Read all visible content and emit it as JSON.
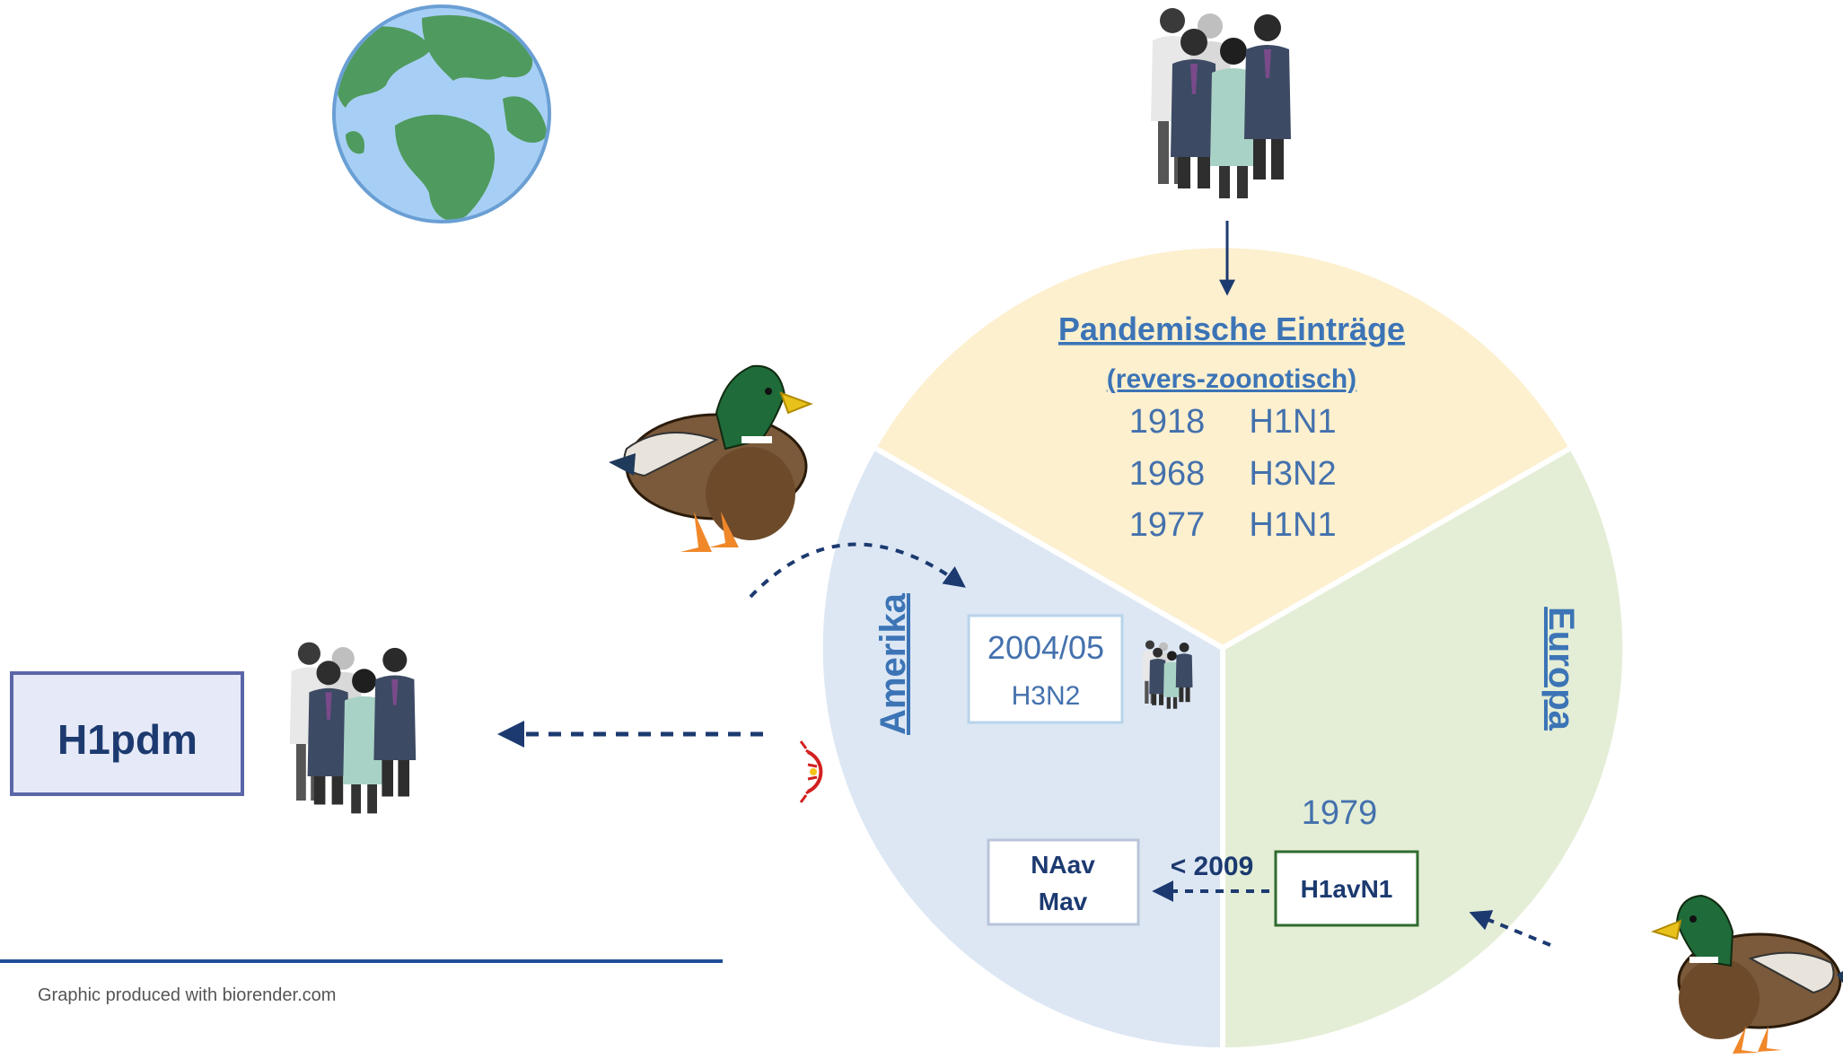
{
  "colors": {
    "sector_pandemic": "#fdf0cf",
    "sector_amerika": "#dde7f4",
    "sector_europa": "#e4eed6",
    "heading_blue": "#3c74b6",
    "year_blue": "#4471ad",
    "dark_navy": "#1c3a70",
    "box_border_blue": "#5a66a8",
    "box_border_green": "#2f6b2f",
    "box_fill_h1pdm": "#e6e9f7"
  },
  "icons": [
    "globe-icon",
    "mallard-duck-icon",
    "people-group-icon",
    "virus-icon"
  ],
  "pandemic": {
    "title": "Pandemische Einträge",
    "subtitle": "(revers-zoonotisch)",
    "entries": [
      {
        "year": "1918",
        "subtype": "H1N1"
      },
      {
        "year": "1968",
        "subtype": "H3N2"
      },
      {
        "year": "1977",
        "subtype": "H1N1"
      }
    ]
  },
  "amerika": {
    "label": "Amerika",
    "box_year": "2004/05",
    "box_subtype": "H3N2",
    "lineage_line1": "NAav",
    "lineage_line2": "Mav"
  },
  "europa": {
    "label": "Europa",
    "year": "1979",
    "lineage": "H1avN1",
    "arrow_label": "< 2009"
  },
  "h1pdm": {
    "label": "H1pdm"
  },
  "credit": "Graphic produced with biorender.com"
}
